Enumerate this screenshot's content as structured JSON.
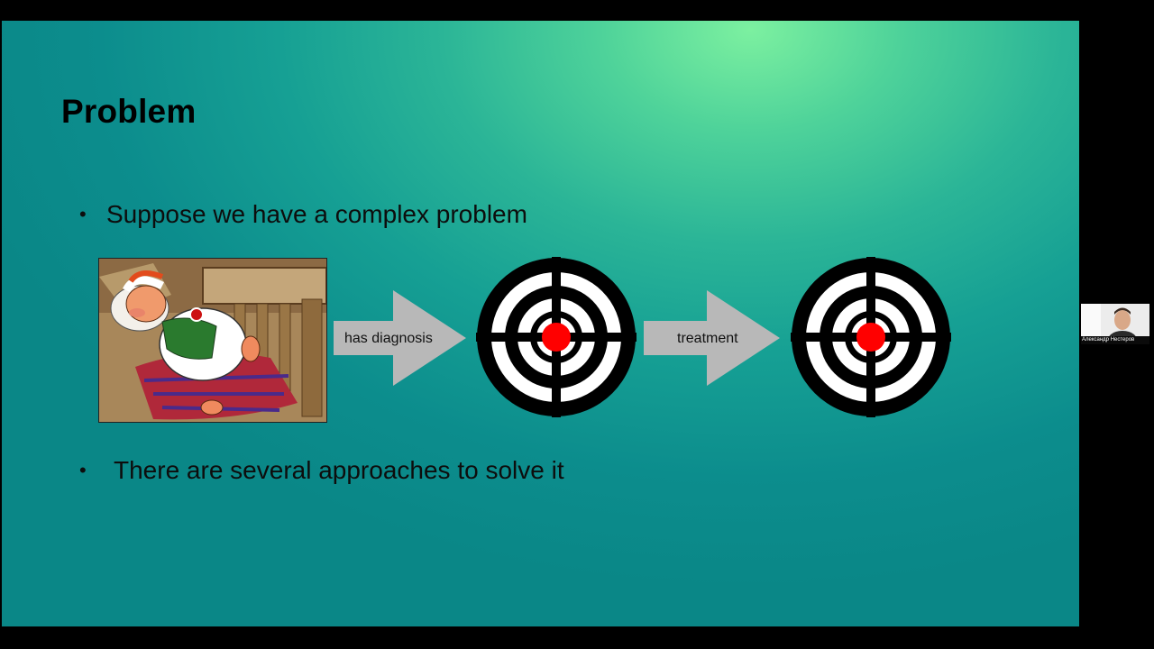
{
  "slide": {
    "title": "Problem",
    "bullets": [
      "Suppose we have a complex problem",
      "There are several approaches to solve it"
    ],
    "bullet_symbol": "•",
    "diagram": {
      "arrow1_label": "has diagnosis",
      "arrow2_label": "treatment"
    }
  },
  "webcam": {
    "participant_name": "Александр Нестеров"
  },
  "colors": {
    "target_center": "#ff0000",
    "arrow": "#b8b8b8"
  }
}
